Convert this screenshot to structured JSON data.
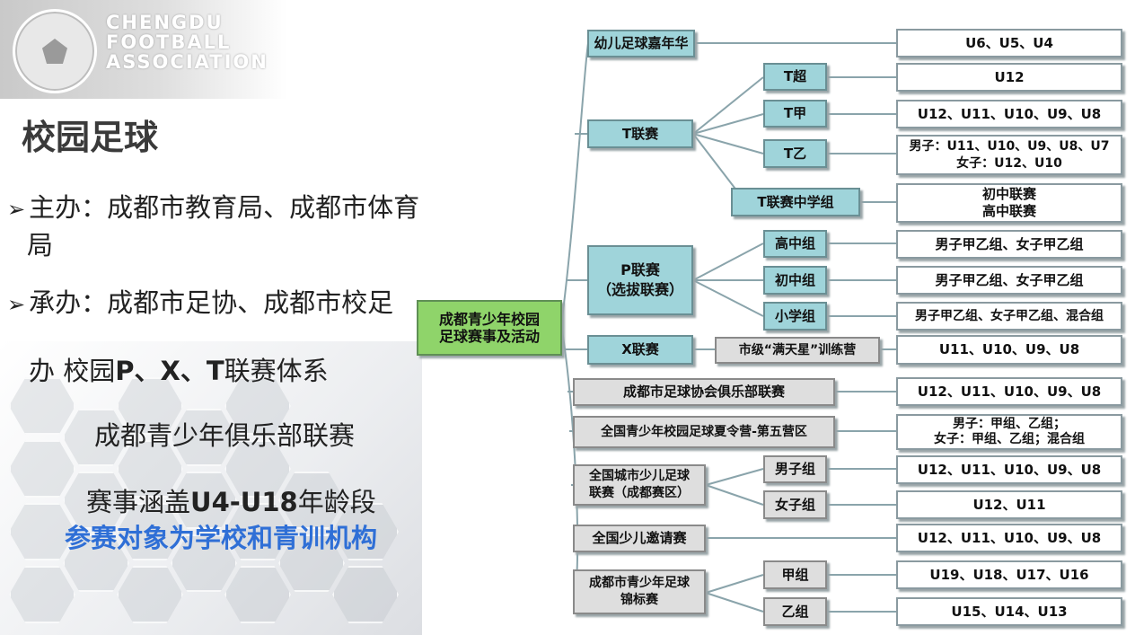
{
  "header": {
    "logo_text": [
      "CHENGDU",
      "FOOTBALL",
      "ASSOCIATION"
    ],
    "page_title": "校园足球"
  },
  "left": {
    "bullet_marker": "➢",
    "organizer_line1": "主办：成都市教育局、成都市体育",
    "organizer_line2": "局",
    "host_line": "承办：成都市足协、成都市校足",
    "line3_prefix": "办 校园",
    "line3_bold": "P、X、T",
    "line3_suffix": "联赛体系",
    "line4": "成都青少年俱乐部联赛",
    "line5_prefix": "赛事涵盖",
    "line5_bold": "U4-U18",
    "line5_suffix": "年龄段",
    "line6": "参赛对象为学校和青训机构"
  },
  "diagram": {
    "root": "成都青少年校园\n足球赛事及活动",
    "nodes": {
      "kids": "幼儿足球嘉年华",
      "kids_ages": "U6、U5、U4",
      "t_league": "T联赛",
      "t_super": "T超",
      "t_super_ages": "U12",
      "t_jia": "T甲",
      "t_jia_ages": "U12、U11、U10、U9、U8",
      "t_yi": "T乙",
      "t_yi_ages": "男子：U11、U10、U9、U8、U7\n女子：U12、U10",
      "t_mid": "T联赛中学组",
      "t_mid_ages": "初中联赛\n高中联赛",
      "p_league": "P联赛\n（选拔联赛）",
      "p_high": "高中组",
      "p_high_ages": "男子甲乙组、女子甲乙组",
      "p_middle": "初中组",
      "p_middle_ages": "男子甲乙组、女子甲乙组",
      "p_primary": "小学组",
      "p_primary_ages": "男子甲乙组、女子甲乙组、混合组",
      "x_league": "X联赛",
      "x_camp": "市级“满天星”训练营",
      "x_ages": "U11、U10、U9、U8",
      "club": "成都市足球协会俱乐部联赛",
      "club_ages": "U12、U11、U10、U9、U8",
      "summer": "全国青少年校园足球夏令营-第五营区",
      "summer_ages": "男子：甲组、乙组；\n女子：甲组、乙组；混合组",
      "city": "全国城市少儿足球\n联赛（成都赛区）",
      "city_boys": "男子组",
      "city_boys_ages": "U12、U11、U10、U9、U8",
      "city_girls": "女子组",
      "city_girls_ages": "U12、U11",
      "invite": "全国少儿邀请赛",
      "invite_ages": "U12、U11、U10、U9、U8",
      "champ": "成都市青少年足球\n锦标赛",
      "champ_a": "甲组",
      "champ_a_ages": "U19、U18、U17、U16",
      "champ_b": "乙组",
      "champ_b_ages": "U15、U14、U13"
    }
  }
}
